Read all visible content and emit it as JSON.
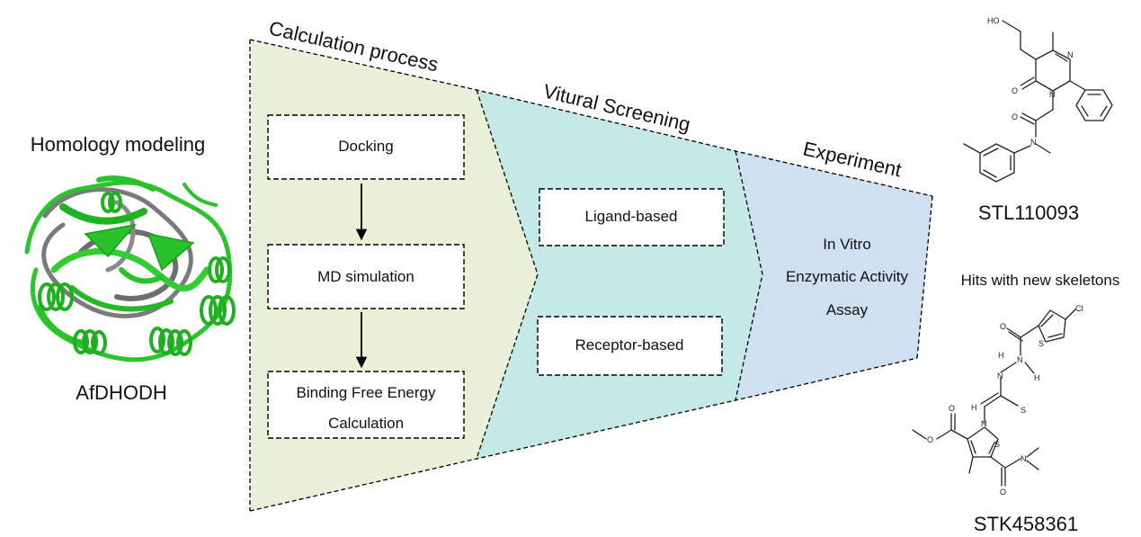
{
  "left": {
    "heading": "Homology modeling",
    "protein_name": "AfDHODH"
  },
  "stages": {
    "calculation": {
      "label": "Calculation process",
      "color": "#e9f1d9",
      "steps": [
        "Docking",
        "MD simulation",
        "Binding Free Energy",
        "Calculation"
      ]
    },
    "screening": {
      "label": "Vitural Screening",
      "color": "#c4e9e7",
      "methods": [
        "Ligand-based",
        "Receptor-based"
      ]
    },
    "experiment": {
      "label": "Experiment",
      "color": "#cfe0f0",
      "lines": [
        "In Vitro",
        "Enzymatic Activity",
        "Assay"
      ]
    }
  },
  "right": {
    "hits_label": "Hits with new skeletons",
    "compound1": {
      "id": "STL110093",
      "atoms": [
        "HO",
        "N",
        "N",
        "O",
        "O",
        "N"
      ]
    },
    "compound2": {
      "id": "STK458361",
      "atoms": [
        "Cl",
        "S",
        "O",
        "H",
        "N",
        "N",
        "H",
        "H",
        "N",
        "S",
        "O",
        "O",
        "S",
        "O",
        "N"
      ]
    }
  },
  "icons": {
    "protein": "protein-ribbon-icon",
    "arrow": "arrow-down-icon"
  }
}
